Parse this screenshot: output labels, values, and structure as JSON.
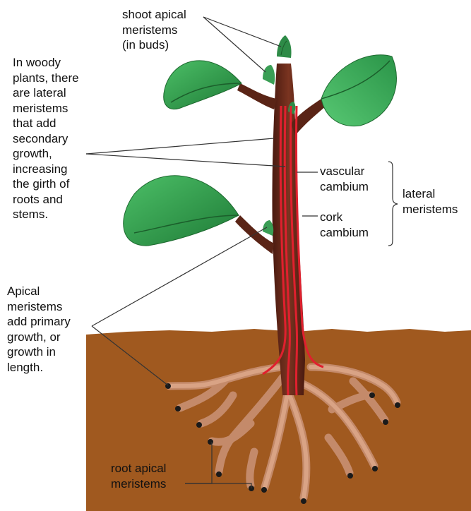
{
  "labels": {
    "shoot_apical": "shoot apical\nmeristems\n(in buds)",
    "lateral_intro": "In woody\nplants, there\nare lateral\nmeristems\nthat add\nsecondary\ngrowth,\nincreasing\nthe girth of\nroots and\nstems.",
    "apical": "Apical\nmeristems\nadd primary\ngrowth, or\ngrowth in\nlength.",
    "vascular": "vascular\ncambium",
    "cork": "cork\ncambium",
    "lateral": "lateral\nmeristems",
    "root_apical": "root apical\nmeristems"
  },
  "colors": {
    "soil": "#A0591F",
    "stem": "#6B2A1A",
    "root": "#C48A6A",
    "leaf": "#3FAE5A",
    "cambium": "#E0202E",
    "line": "#333333"
  }
}
